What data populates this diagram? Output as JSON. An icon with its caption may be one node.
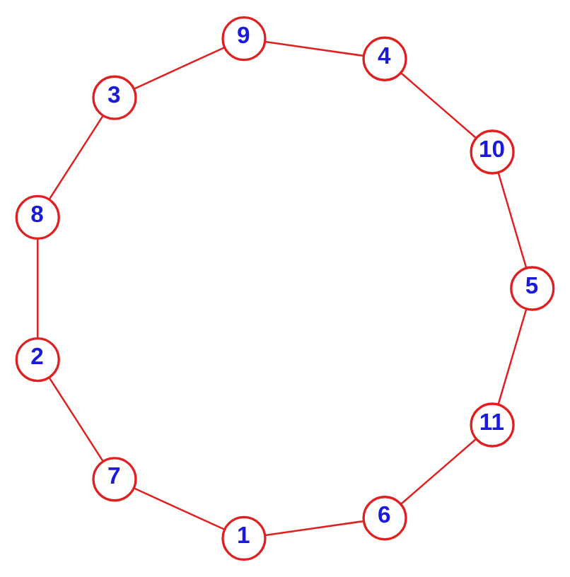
{
  "diagram": {
    "nodes": [
      {
        "text": [
          "11"
        ]
      },
      {
        "text": [
          "5"
        ]
      },
      {
        "text": [
          "6"
        ]
      },
      {
        "text": [
          "10"
        ]
      },
      {
        "text": [
          "1"
        ]
      },
      {
        "text": [
          "4"
        ]
      },
      {
        "text": [
          "7"
        ]
      },
      {
        "text": [
          "9"
        ]
      },
      {
        "text": [
          "2"
        ]
      },
      {
        "text": [
          "3"
        ]
      },
      {
        "text": [
          "8"
        ]
      }
    ],
    "edges": [
      {
        "from": 0,
        "to": 2,
        "arrow": "none"
      },
      {
        "from": 2,
        "to": 4,
        "arrow": "none"
      },
      {
        "from": 4,
        "to": 6,
        "arrow": "none"
      },
      {
        "from": 6,
        "to": 8,
        "arrow": "none"
      },
      {
        "from": 8,
        "to": 10,
        "arrow": "none"
      },
      {
        "from": 10,
        "to": 9,
        "arrow": "none"
      },
      {
        "from": 9,
        "to": 7,
        "arrow": "none"
      },
      {
        "from": 7,
        "to": 5,
        "arrow": "none"
      },
      {
        "from": 5,
        "to": 3,
        "arrow": "none"
      },
      {
        "from": 3,
        "to": 1,
        "arrow": "none"
      },
      {
        "from": 1,
        "to": 0,
        "arrow": "none"
      }
    ]
  }
}
